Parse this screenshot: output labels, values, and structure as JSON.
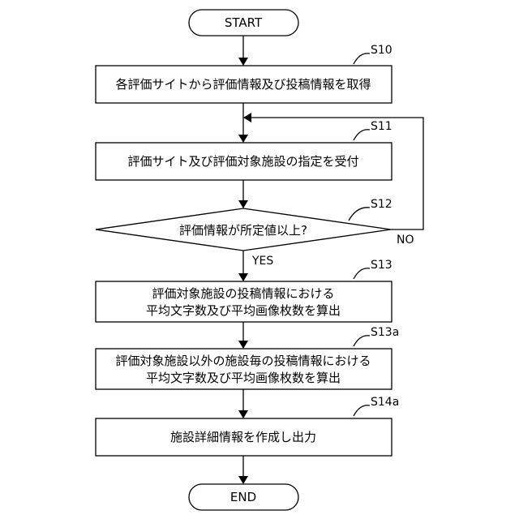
{
  "flowchart": {
    "start_label": "START",
    "end_label": "END",
    "steps": [
      {
        "id": "S10",
        "lines": [
          "各評価サイトから評価情報及び投稿情報を取得"
        ]
      },
      {
        "id": "S11",
        "lines": [
          "評価サイト及び評価対象施設の指定を受付"
        ]
      },
      {
        "id": "S12",
        "lines": [
          "評価情報が所定値以上?"
        ]
      },
      {
        "id": "S13",
        "lines": [
          "評価対象施設の投稿情報における",
          "平均文字数及び平均画像枚数を算出"
        ]
      },
      {
        "id": "S13a",
        "lines": [
          "評価対象施設以外の施設毎の投稿情報における",
          "平均文字数及び平均画像枚数を算出"
        ]
      },
      {
        "id": "S14a",
        "lines": [
          "施設詳細情報を作成し出力"
        ]
      }
    ],
    "yes_label": "YES",
    "no_label": "NO"
  }
}
